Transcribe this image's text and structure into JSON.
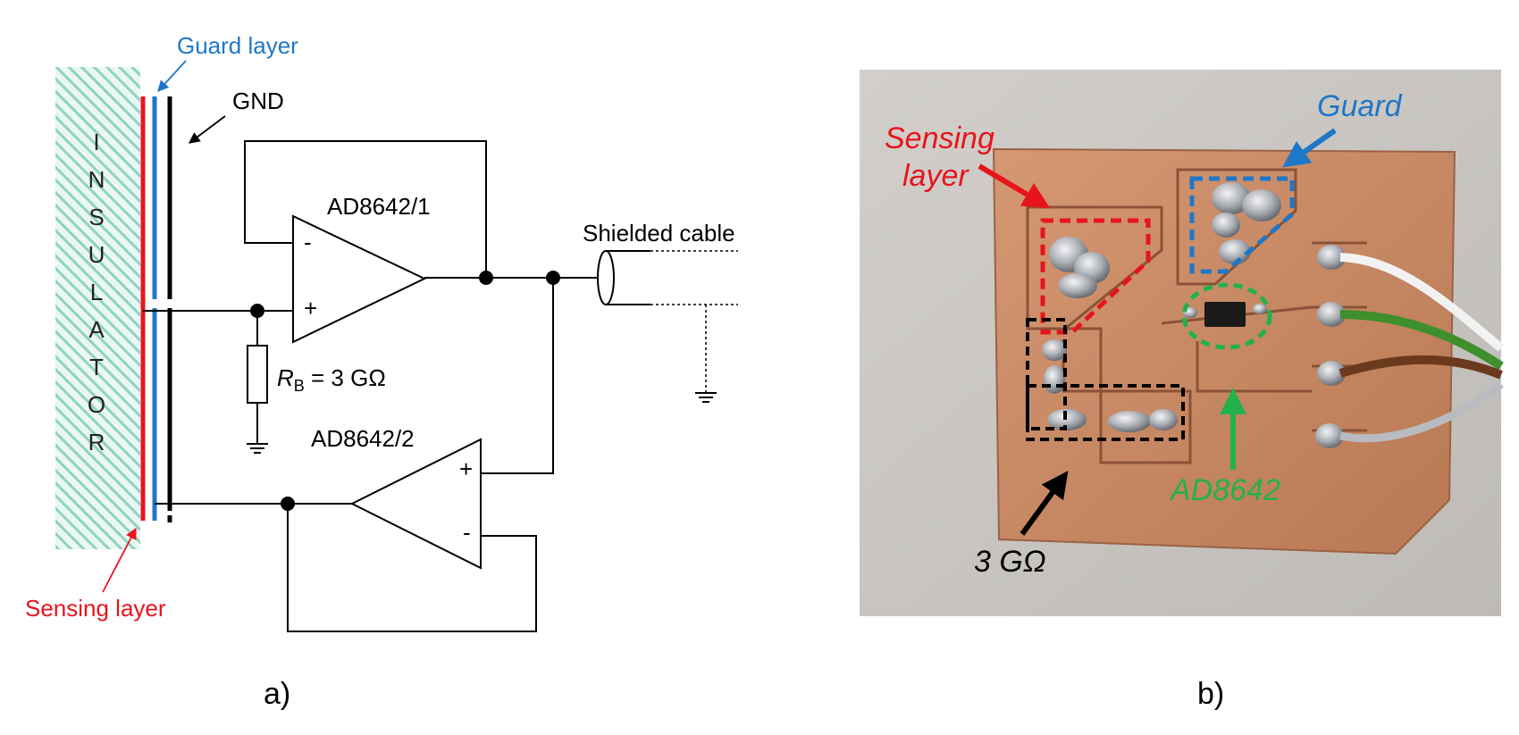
{
  "panel_a": {
    "insulator_letters": [
      "I",
      "N",
      "S",
      "U",
      "L",
      "A",
      "T",
      "O",
      "R"
    ],
    "guard_layer_label": "Guard layer",
    "gnd_label": "GND",
    "sensing_layer_label": "Sensing layer",
    "opamp1_label": "AD8642/1",
    "opamp2_label": "AD8642/2",
    "minus_sign": "-",
    "plus_sign": "+",
    "resistor_symbol": "R",
    "resistor_subscript": "B",
    "resistor_value": " = 3 GΩ",
    "cable_label": "Shielded cable",
    "caption": "a)"
  },
  "panel_b": {
    "sensing_label_line1": "Sensing",
    "sensing_label_line2": "layer",
    "guard_label": "Guard",
    "chip_label": "AD8642",
    "resistor_label": "3 GΩ",
    "caption": "b)"
  },
  "colors": {
    "sensing": "#e8141c",
    "guard": "#1f77c7",
    "gnd": "#000000",
    "chip": "#22b14c",
    "insulator_hatch": "#8fd3be",
    "pcb": "#c98a63",
    "photo_bg": "#c9c6c2"
  }
}
